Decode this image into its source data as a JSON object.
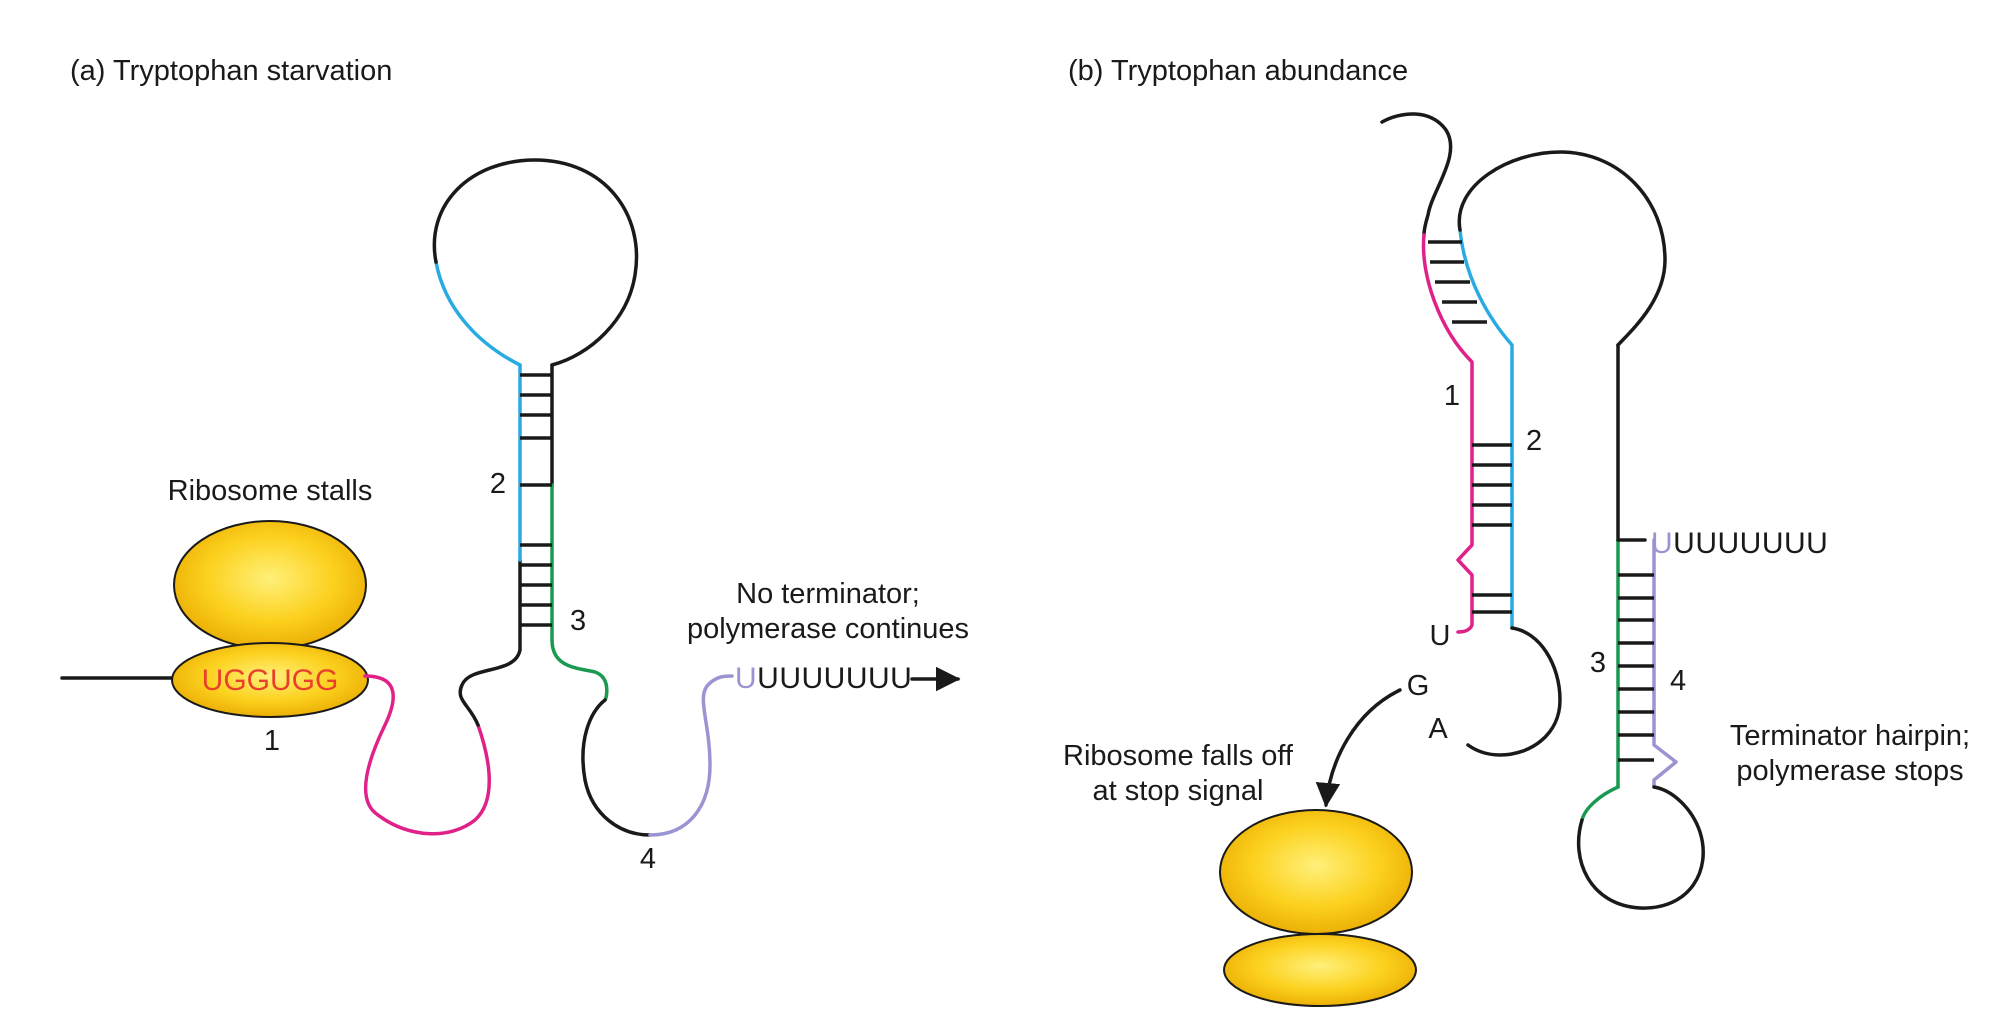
{
  "panels": {
    "a": {
      "title": "(a) Tryptophan starvation",
      "ribosome_label": "Ribosome stalls",
      "codons": "UGGUGG",
      "region1": "1",
      "region2": "2",
      "region3": "3",
      "region4": "4",
      "note_line1": "No terminator;",
      "note_line2": "polymerase continues",
      "u_first": "U",
      "u_rest": "UUUUUUU"
    },
    "b": {
      "title": "(b) Tryptophan abundance",
      "region1": "1",
      "region2": "2",
      "region3": "3",
      "region4": "4",
      "stop_u": "U",
      "stop_g": "G",
      "stop_a": "A",
      "ribosome_line1": "Ribosome falls off",
      "ribosome_line2": "at stop signal",
      "terminator_line1": "Terminator hairpin;",
      "terminator_line2": "polymerase stops",
      "u_first": "U",
      "u_rest": "UUUUUUU"
    }
  },
  "colors": {
    "region1": "#e0218a",
    "region2": "#29abe2",
    "region3": "#1a9a50",
    "region4": "#9a94d2",
    "strand": "#1a1a1a",
    "ribosome": "#f9c514",
    "codon_text": "#e8402a"
  }
}
